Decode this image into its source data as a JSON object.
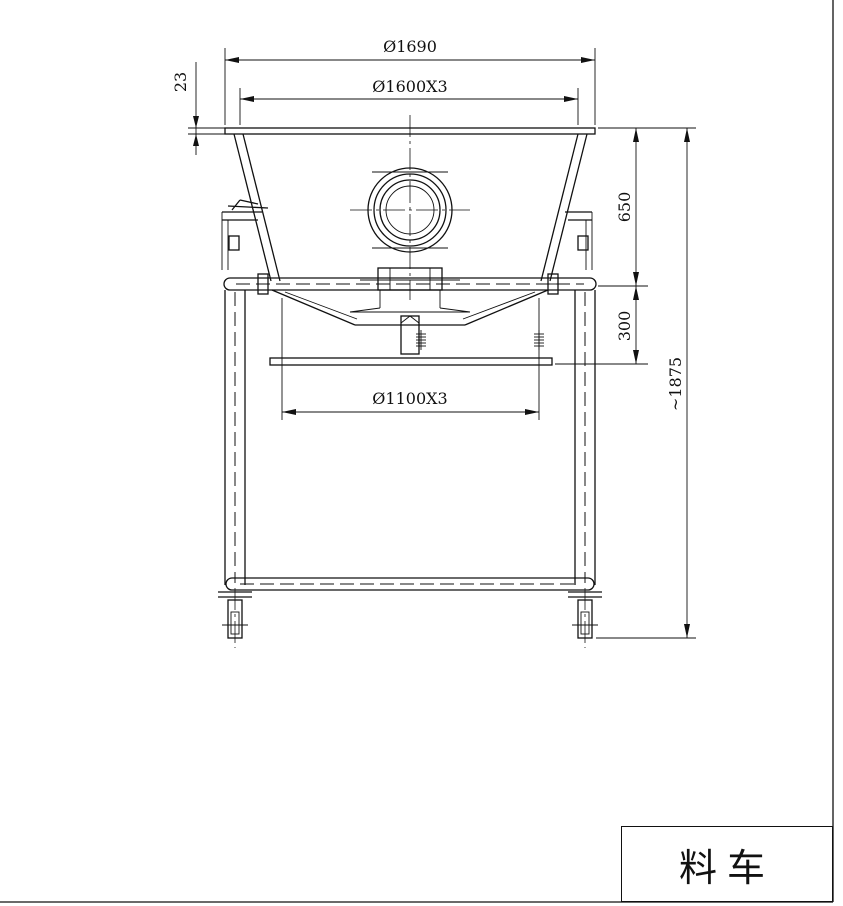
{
  "drawing": {
    "title": "料车",
    "dimensions": {
      "outer_diameter": "Ø1690",
      "rim_diameter": "Ø1600X3",
      "rim_thickness": "23",
      "hopper_height": "650",
      "cone_height": "300",
      "total_height": "~1875",
      "screen_diameter": "Ø1100X3"
    }
  }
}
